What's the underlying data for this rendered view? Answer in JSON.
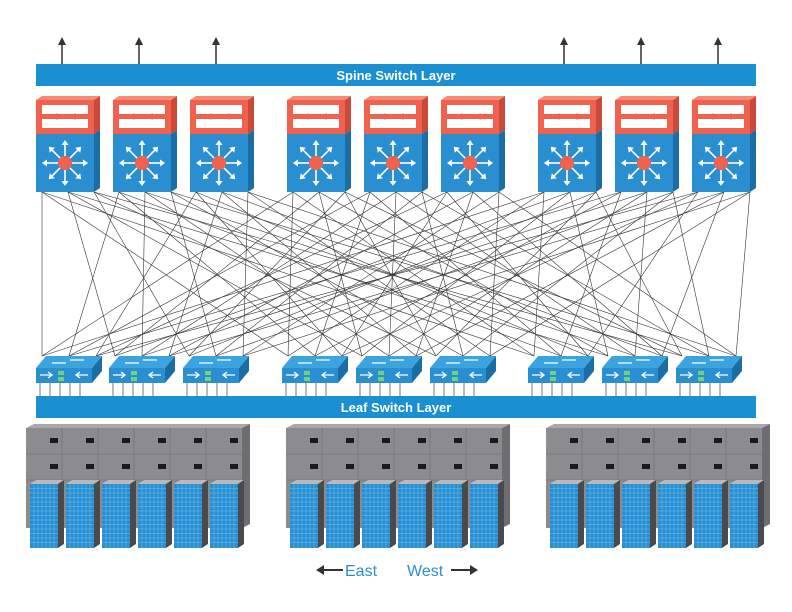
{
  "diagram": {
    "spine_layer_label": "Spine Switch Layer",
    "leaf_layer_label": "Leaf Switch Layer",
    "direction_east": "East",
    "direction_west": "West",
    "spine_switch_count": 9,
    "leaf_switch_count": 9,
    "server_rack_groups": 3,
    "colors": {
      "layer_band": "#1a8fd1",
      "switch_blue": "#2a8fd0",
      "switch_blue_side": "#1b6ea5",
      "spine_top": "#f0624d",
      "spine_top_dark": "#c94a3a",
      "hub": "#f0624d",
      "server_blue": "#2a8fd0",
      "rack_gray": "#8c8c8f",
      "rack_gray_dark": "#6e6e72",
      "link_line": "#333333",
      "arrow": "#333333"
    },
    "icons": [
      "spine-switch-icon",
      "leaf-switch-icon",
      "server-rack-icon",
      "up-arrow-icon",
      "left-arrow-icon",
      "right-arrow-icon"
    ]
  }
}
